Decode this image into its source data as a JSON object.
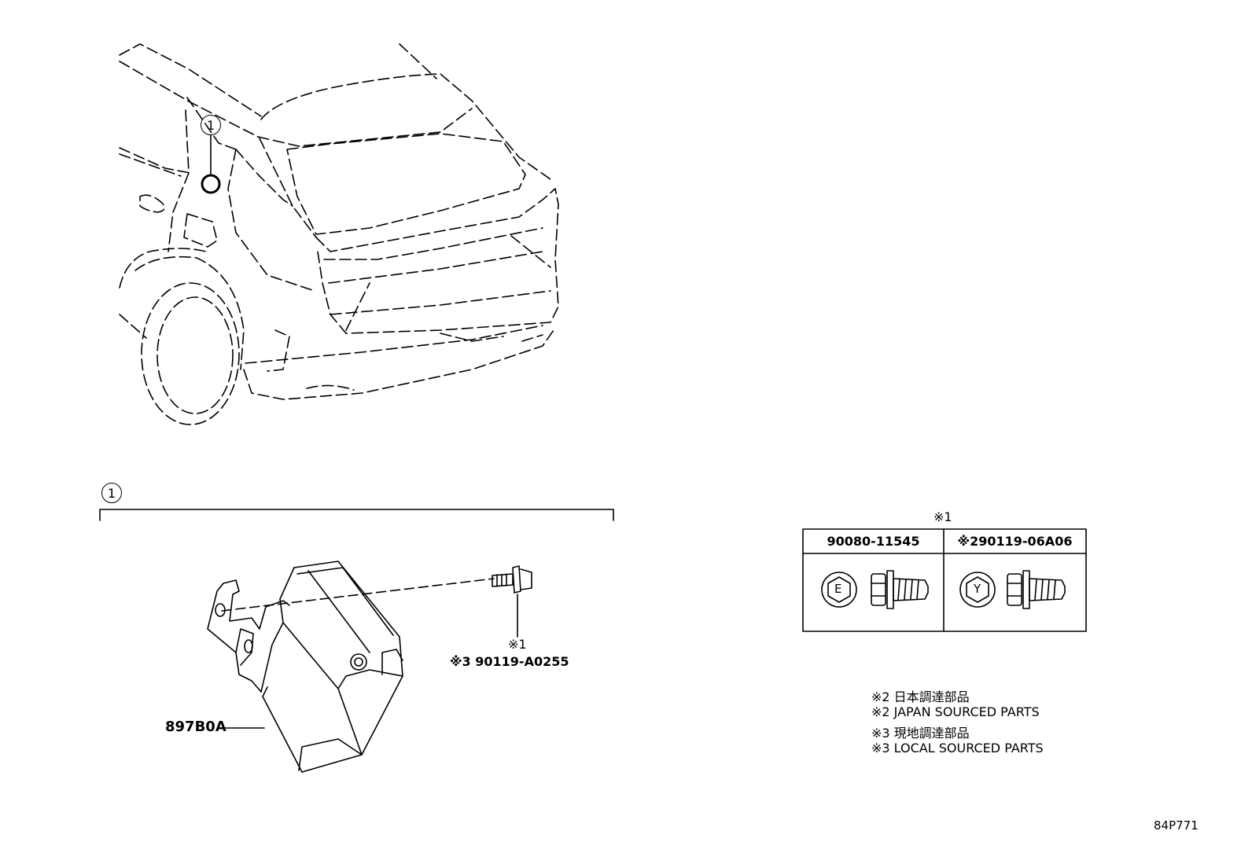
{
  "callouts": {
    "car_ref": "1",
    "section_ref": "1"
  },
  "parts": {
    "module_number": "897B0A",
    "bolt_note_mark": "※1",
    "bolt_number": "※3 90119-A0255"
  },
  "fastener_table": {
    "caption": "※1",
    "columns": [
      {
        "part_number": "90080-11545",
        "head_mark": "E"
      },
      {
        "part_number": "※290119-06A06",
        "head_mark": "Y"
      }
    ]
  },
  "notes": [
    "※2 日本調達部品",
    "※2 JAPAN SOURCED PARTS",
    "※3 現地調達部品",
    "※3 LOCAL SOURCED PARTS"
  ],
  "figure_code": "84P771"
}
